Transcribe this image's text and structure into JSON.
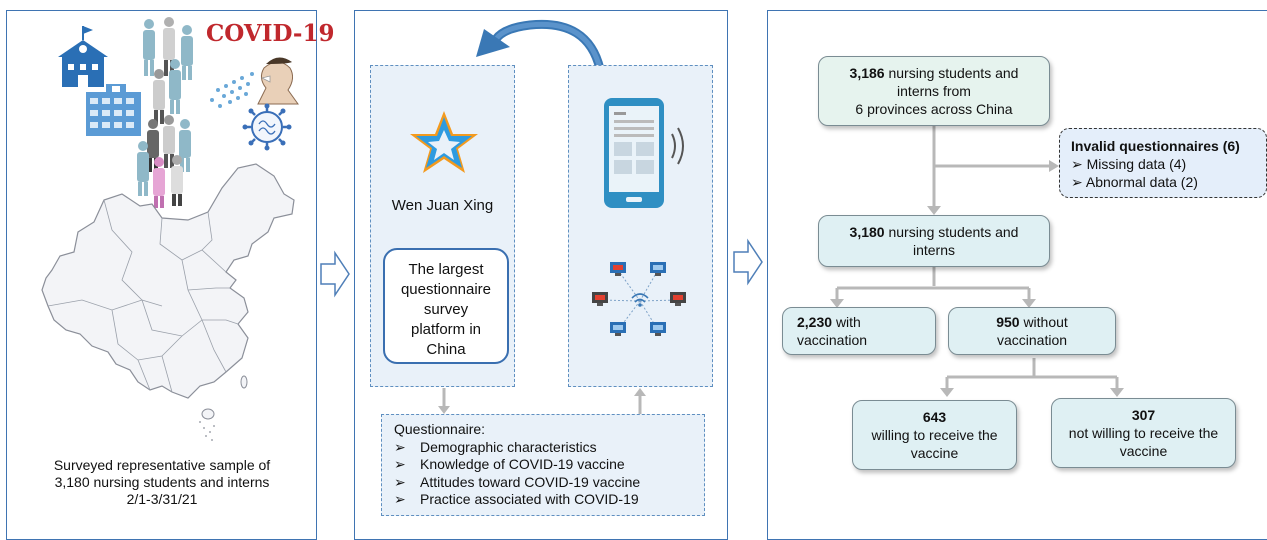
{
  "left_panel": {
    "covid_label": "COVID-19",
    "caption_line1": "Surveyed representative sample of",
    "caption_line2": "3,180 nursing students and interns",
    "caption_line3": "2/1-3/31/21"
  },
  "middle_panel": {
    "platform_name": "Wen Juan Xing",
    "platform_desc": [
      "The largest",
      "questionnaire",
      "survey",
      "platform in",
      "China"
    ],
    "questionnaire": {
      "title": "Questionnaire:",
      "items": [
        "Demographic characteristics",
        "Knowledge of COVID-19 vaccine",
        "Attitudes toward COVID-19 vaccine",
        "Practice associated with COVID-19"
      ]
    }
  },
  "flowchart": {
    "start": {
      "count": "3,186",
      "text1": "nursing students and",
      "text2": "interns from",
      "text3": "6 provinces across China"
    },
    "invalid": {
      "title": "Invalid questionnaires (6)",
      "item1": "Missing data (4)",
      "item2": "Abnormal data (2)"
    },
    "valid": {
      "count": "3,180",
      "text1": "nursing students and",
      "text2": "interns"
    },
    "vaccinated": {
      "count": "2,230",
      "text1": "with",
      "text2": "vaccination"
    },
    "unvaccinated": {
      "count": "950",
      "text1": "without",
      "text2": "vaccination"
    },
    "willing": {
      "count": "643",
      "text1": "willing to receive the",
      "text2": "vaccine"
    },
    "not_willing": {
      "count": "307",
      "text1": "not willing to receive the",
      "text2": "vaccine"
    }
  },
  "colors": {
    "panel_border": "#3f74b2",
    "node_fill": "#dff0f3",
    "node_fill_start": "#e6f3ee",
    "invalid_fill": "#e4eefa",
    "covid_red": "#c0282d",
    "arrow_grey": "#b8b8b8",
    "curved_arrow_blue": "#3a78b5"
  },
  "icons": [
    "hospital-icon",
    "doctors-icon",
    "sneezing-person-icon",
    "virus-icon",
    "china-map-icon",
    "star-logo-icon",
    "smartphone-icon",
    "network-icon"
  ]
}
